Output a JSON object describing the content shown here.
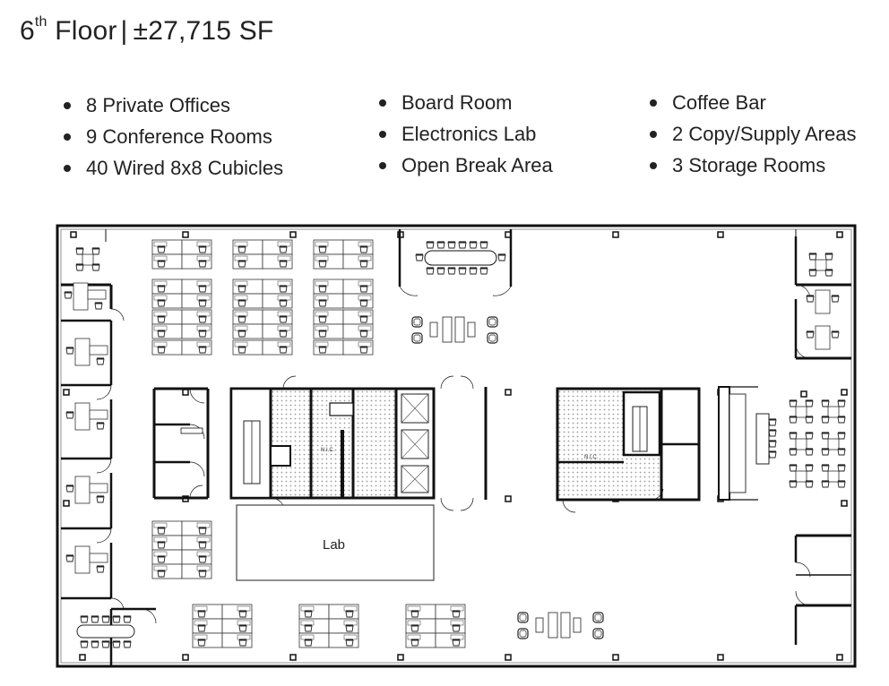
{
  "header": {
    "floor_number": "6",
    "floor_suffix": "th",
    "floor_word": "Floor",
    "separator": "|",
    "area": "±27,715 SF"
  },
  "amenities": {
    "column1": [
      "8 Private Offices",
      "9 Conference Rooms",
      "40 Wired 8x8 Cubicles"
    ],
    "column2": [
      "Board Room",
      "Electronics Lab",
      "Open Break Area"
    ],
    "column3": [
      "Coffee Bar",
      "2 Copy/Supply Areas",
      "3 Storage Rooms"
    ]
  },
  "floor_plan": {
    "room_labels": {
      "lab": "Lab",
      "nic_left": "N.I.C.",
      "nic_right": "N.I.C."
    },
    "colors": {
      "wall": "#111111",
      "hatch": "#cfcfcf",
      "line": "#444444"
    }
  }
}
